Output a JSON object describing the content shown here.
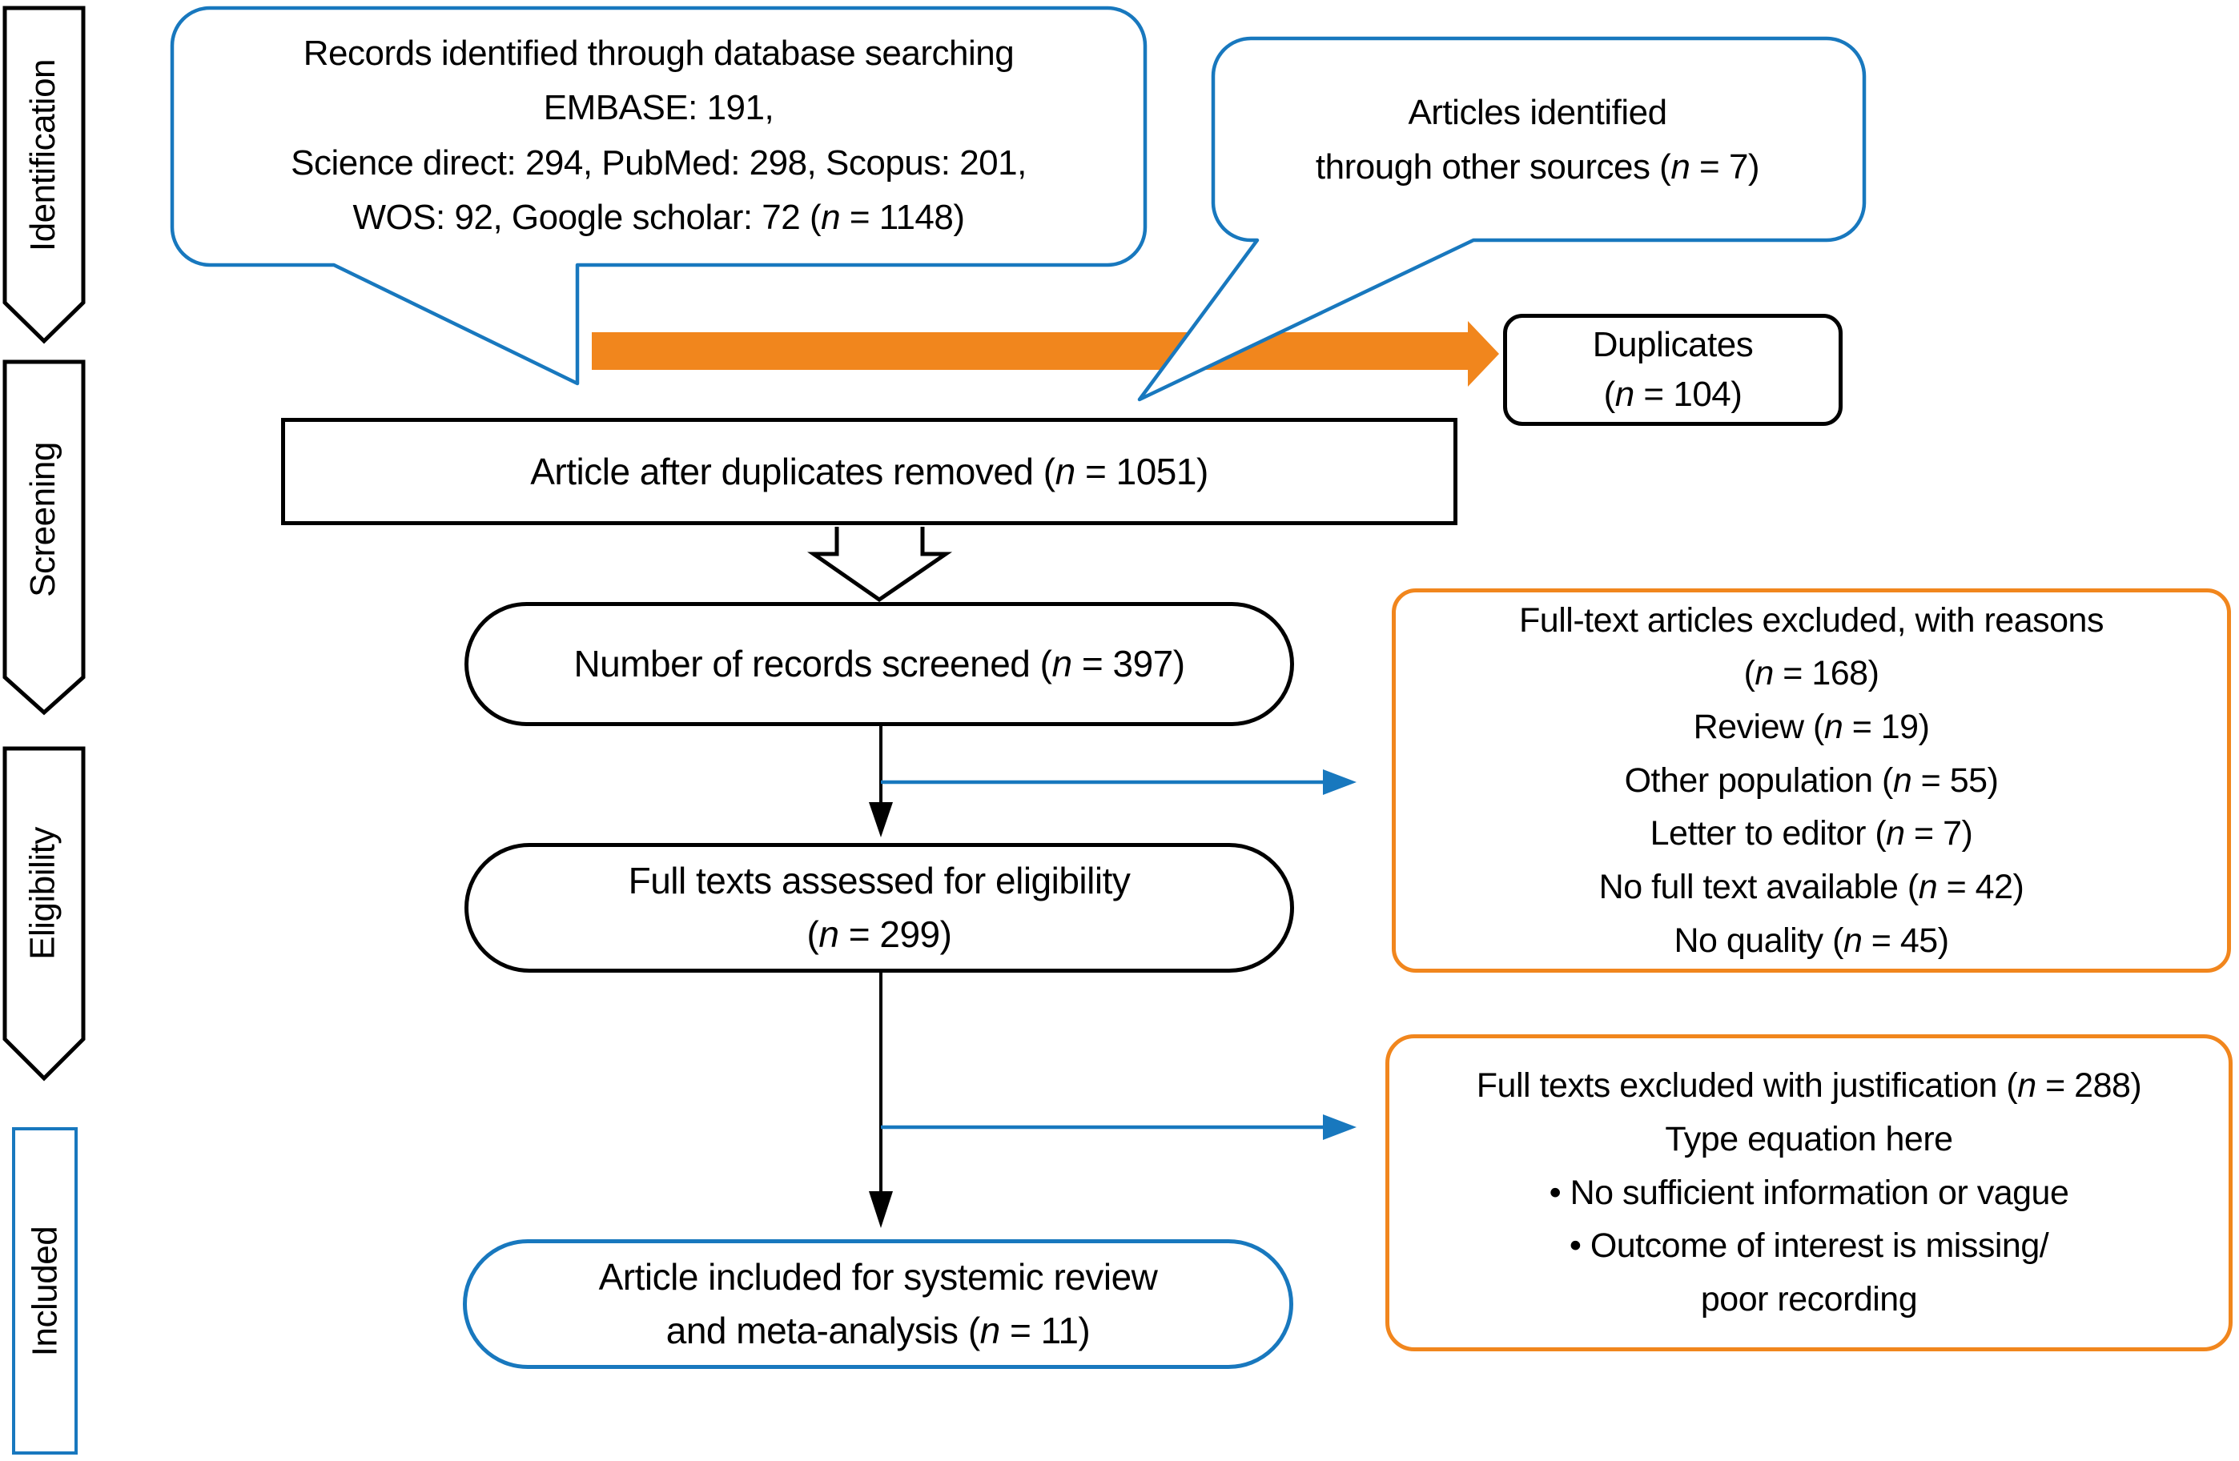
{
  "palette": {
    "blue": "#1878be",
    "orange": "#f1861d",
    "ink": "#000000"
  },
  "sidebar": {
    "stages": [
      {
        "label": "Identification"
      },
      {
        "label": "Screening"
      },
      {
        "label": "Eligibility"
      },
      {
        "label": "Included"
      }
    ]
  },
  "flow": {
    "database_bubble": {
      "lines": [
        "Records identified through database searching",
        "EMBASE: 191,",
        "Science direct: 294, PubMed: 298, Scopus: 201,",
        "WOS: 92, Google scholar: 72 (n = 1148)"
      ]
    },
    "other_sources_bubble": {
      "lines": [
        "Articles identified",
        "through other sources (n = 7)"
      ]
    },
    "duplicates_box": {
      "lines": [
        "Duplicates",
        "(n = 104)"
      ]
    },
    "dedup_box": {
      "lines": [
        "Article after duplicates removed (n = 1051)"
      ]
    },
    "screened_pill": {
      "lines": [
        "Number of records screened (n = 397)"
      ]
    },
    "fulltext_excluded_box": {
      "lines": [
        "Full-text articles excluded, with reasons",
        "(n = 168)",
        "Review (n = 19)",
        "Other population (n = 55)",
        "Letter to editor (n = 7)",
        "No full text available (n = 42)",
        "No quality (n = 45)"
      ]
    },
    "eligibility_pill": {
      "lines": [
        "Full texts assessed for eligibility",
        "(n = 299)"
      ]
    },
    "justification_excluded_box": {
      "lines": [
        "Full texts excluded with justification (n = 288)",
        "Type equation here",
        "• No sufficient information or vague",
        "• Outcome of interest is missing/",
        "poor recording"
      ]
    },
    "included_pill": {
      "lines": [
        "Article included for systemic review",
        "and meta-analysis (n = 11)"
      ]
    }
  }
}
